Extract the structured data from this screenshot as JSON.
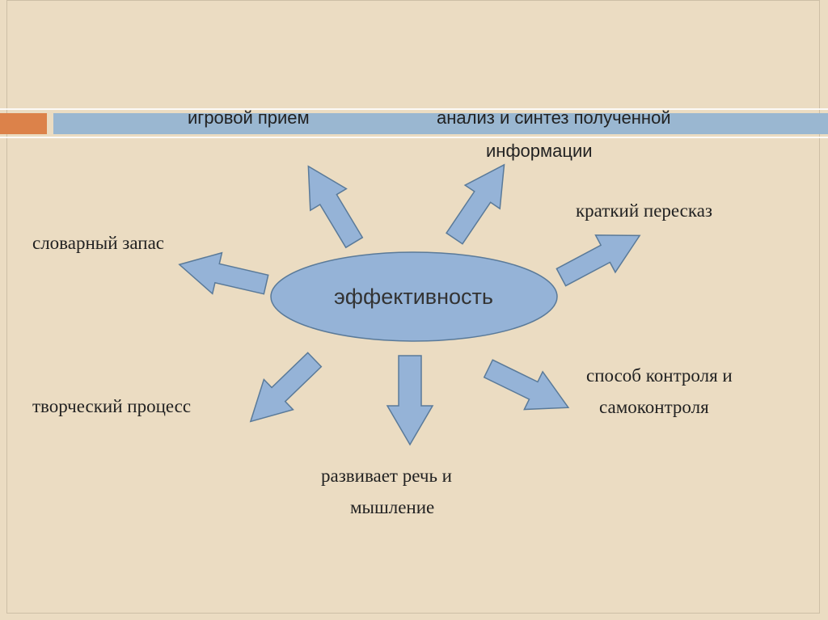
{
  "diagram": {
    "center": "эффективность",
    "nodes": {
      "game": "игровой прием",
      "analysis_line1": "анализ и синтез полученной",
      "analysis_line2": "информации",
      "retelling": "краткий  пересказ",
      "vocabulary": "словарный запас",
      "creative": "творческий процесс",
      "speech_line1": "развивает речь  и",
      "speech_line2": "мышление",
      "control_line1": "способ контроля и",
      "control_line2": "самоконтроля"
    },
    "colors": {
      "background": "#ebdcc2",
      "shape_fill": "#95b3d7",
      "shape_stroke": "#5a7a99",
      "accent_orange": "#dc824a",
      "accent_blue": "#9ab7d1"
    }
  }
}
